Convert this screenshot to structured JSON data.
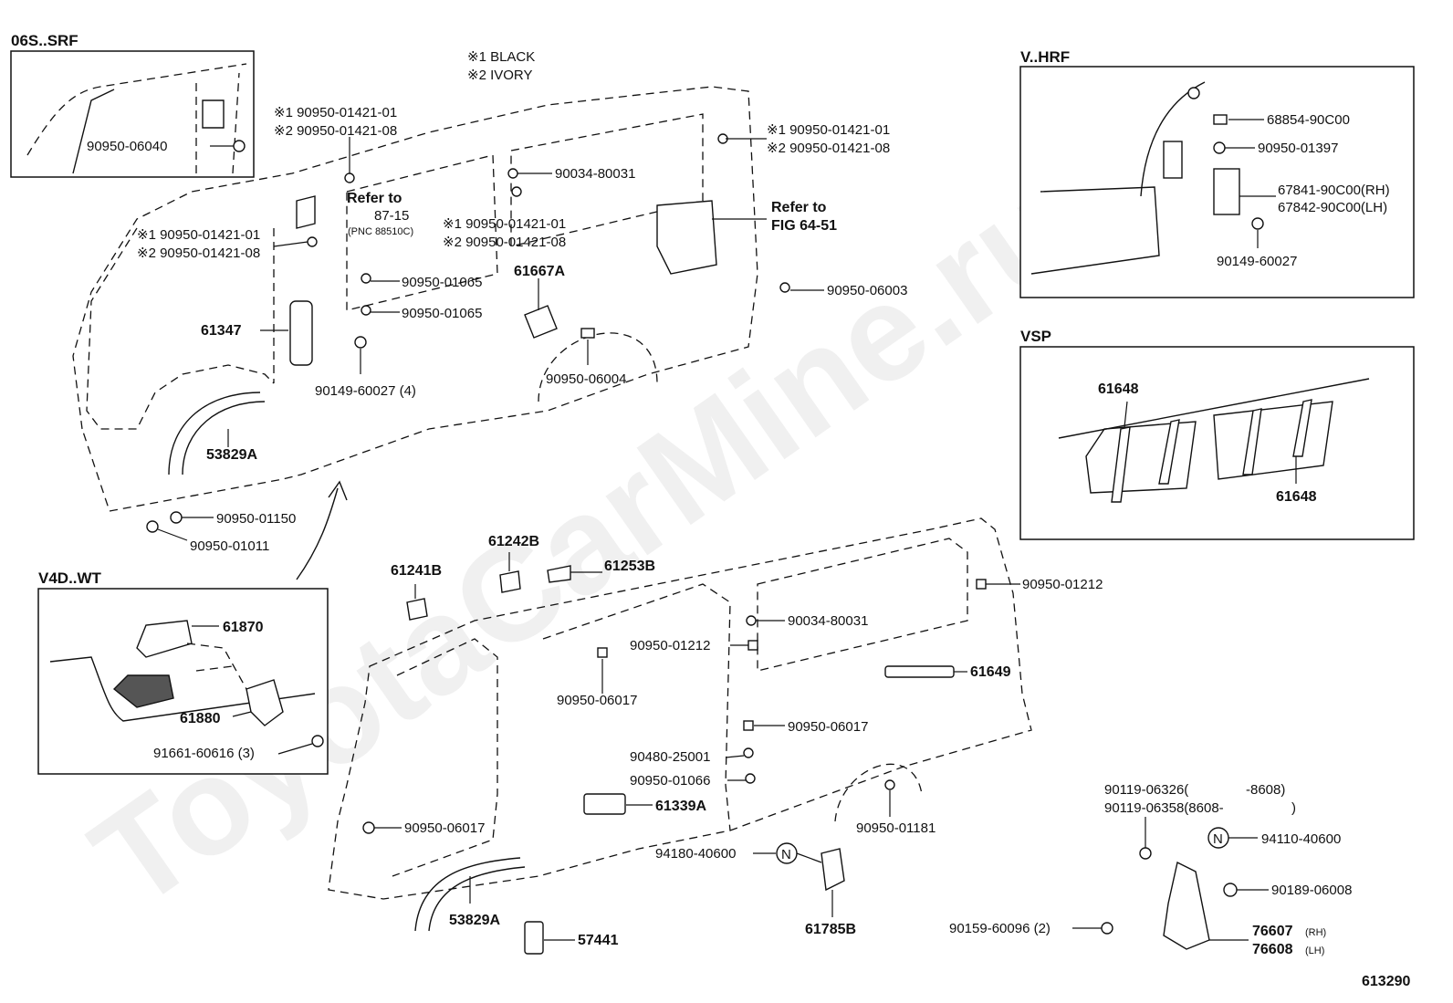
{
  "watermark": "ToyotaCarMine.ru",
  "figure_number": "613290",
  "legend": {
    "black": "※1 BLACK",
    "ivory": "※2 IVORY"
  },
  "insets": {
    "srf": {
      "title": "06S..SRF",
      "part": "90950-06040"
    },
    "hrf": {
      "title": "V..HRF",
      "parts": [
        "68854-90C00",
        "90950-01397",
        "67841-90C00(RH)",
        "67842-90C00(LH)",
        "90149-60027"
      ]
    },
    "vsp": {
      "title": "VSP",
      "parts": [
        "61648",
        "61648"
      ]
    },
    "wt": {
      "title": "V4D..WT",
      "parts": [
        "61870",
        "61880",
        "91661-60616 (3)"
      ]
    }
  },
  "upper_body": {
    "clip_left_1": "※1 90950-01421-01",
    "clip_left_2": "※2 90950-01421-08",
    "clip_mid_1": "※1 90950-01421-01",
    "clip_mid_2": "※2 90950-01421-08",
    "clip_topleft_1": "※1 90950-01421-01",
    "clip_topleft_2": "※2 90950-01421-08",
    "clip_right_1": "※1 90950-01421-01",
    "clip_right_2": "※2 90950-01421-08",
    "refer_1_line1": "Refer to",
    "refer_1_line2": "87-15",
    "refer_1_line3": "(PNC 88510C)",
    "refer_2_line1": "Refer to",
    "refer_2_line2": "FIG 64-51",
    "p_90034_80031": "90034-80031",
    "p_01065_a": "90950-01065",
    "p_01065_b": "90950-01065",
    "p_61667a": "61667A",
    "p_06003": "90950-06003",
    "p_61347": "61347",
    "p_90149": "90149-60027 (4)",
    "p_06004": "90950-06004",
    "p_53829a": "53829A",
    "p_01150": "90950-01150",
    "p_01011": "90950-01011"
  },
  "lower_body": {
    "p_61242b": "61242B",
    "p_61241b": "61241B",
    "p_61253b": "61253B",
    "p_01212_r": "90950-01212",
    "p_80031": "90034-80031",
    "p_01212_l": "90950-01212",
    "p_61649": "61649",
    "p_06017_a": "90950-06017",
    "p_06017_b": "90950-06017",
    "p_25001": "90480-25001",
    "p_01066": "90950-01066",
    "p_61339a": "61339A",
    "p_06017_c": "90950-06017",
    "p_01181": "90950-01181",
    "p_94180": "94180-40600",
    "p_61785b": "61785B",
    "p_53829a": "53829A",
    "p_57441": "57441",
    "p_06326": "90119-06326(",
    "p_06326_r": "-8608)",
    "p_06358": "90119-06358(8608-",
    "p_06358_r": ")",
    "p_94110": "94110-40600",
    "p_06008": "90189-06008",
    "p_60096": "90159-60096 (2)",
    "p_76607": "76607",
    "p_76607_rh": "(RH)",
    "p_76608": "76608",
    "p_76608_lh": "(LH)",
    "nut_mark": "N"
  }
}
